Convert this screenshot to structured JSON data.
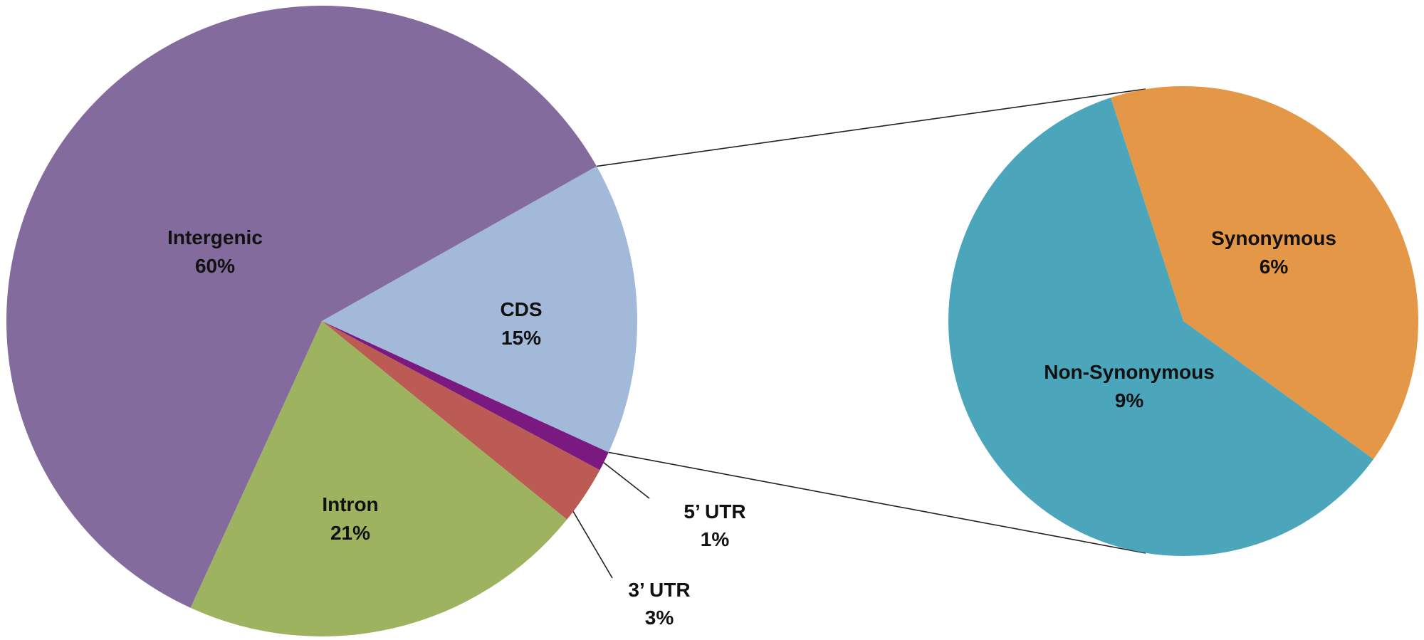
{
  "chart_data": [
    {
      "type": "pie",
      "title": "",
      "slices": [
        {
          "label": "CDS",
          "value_label": "15%",
          "value": 15,
          "color": "#a3b9da"
        },
        {
          "label": "5’ UTR",
          "value_label": "1%",
          "value": 1,
          "color": "#7a1a80"
        },
        {
          "label": "3’ UTR",
          "value_label": "3%",
          "value": 3,
          "color": "#bb5b54"
        },
        {
          "label": "Intron",
          "value_label": "21%",
          "value": 21,
          "color": "#9db35f"
        },
        {
          "label": "Intergenic",
          "value_label": "60%",
          "value": 60,
          "color": "#836c9d"
        }
      ],
      "exploded_slice": "CDS"
    },
    {
      "type": "pie",
      "title": "",
      "breakdown_of": "CDS",
      "slices": [
        {
          "label": "Synonymous",
          "value_label": "6%",
          "value": 6,
          "color": "#e49746"
        },
        {
          "label": "Non-Synonymous",
          "value_label": "9%",
          "value": 9,
          "color": "#4ba6bb"
        }
      ]
    }
  ]
}
